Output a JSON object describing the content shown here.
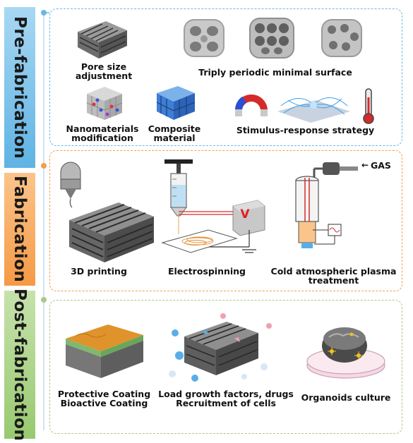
{
  "stages": [
    {
      "label": "Pre-fabrication",
      "color": "#7ec4ec"
    },
    {
      "label": "Fabrication",
      "color": "#f6a155"
    },
    {
      "label": "Post-fabrication",
      "color": "#a7cf83"
    }
  ],
  "prefab": {
    "pore_size_line1": "Pore size",
    "pore_size_line2": "adjustment",
    "tpms": "Triply periodic minimal surface",
    "nano_line1": "Nanomaterials",
    "nano_line2": "modification",
    "composite_line1": "Composite",
    "composite_line2": "material",
    "stimulus": "Stimulus-response strategy"
  },
  "fab": {
    "printing": "3D printing",
    "electrospinning": "Electrospinning",
    "voltage_symbol": "V",
    "gas_label": "GAS",
    "plasma_line1": "Cold atmospheric plasma",
    "plasma_line2": "treatment"
  },
  "postfab": {
    "coating_line1": "Protective Coating",
    "coating_line2": "Bioactive Coating",
    "load_line1": "Load growth factors, drugs",
    "load_line2": "Recruitment of cells",
    "organoids": "Organoids culture"
  },
  "colors": {
    "prefab_border": "#6bb7e6",
    "fab_border": "#f0a04c",
    "postfab_border": "#a8c98a",
    "voltage_red": "#e02020"
  }
}
